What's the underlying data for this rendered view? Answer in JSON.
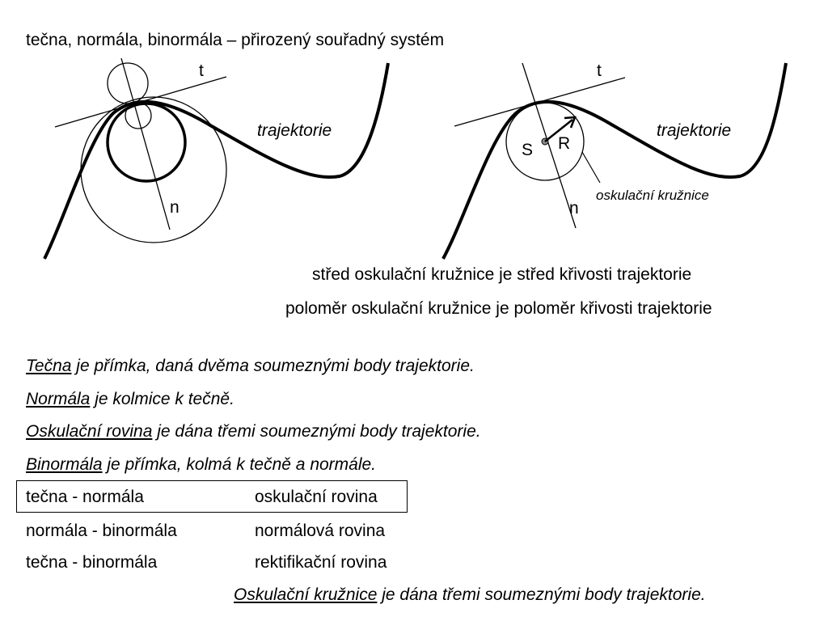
{
  "title": "tečna, normála, binormála – přirozený souřadný systém",
  "figure_left": {
    "label_t": "t",
    "label_n": "n",
    "label_trajectory": "trajektorie"
  },
  "figure_right": {
    "label_t": "t",
    "label_n": "n",
    "label_S": "S",
    "label_R": "R",
    "label_trajectory": "trajektorie",
    "label_circle": "oskulační kružnice"
  },
  "captions": [
    "střed oskulační kružnice je střed křivosti trajektorie",
    "poloměr oskulační kružnice je poloměr křivosti trajektorie"
  ],
  "definitions": [
    {
      "term": "Tečna",
      "rest": " je přímka, daná dvěma soumeznými body trajektorie."
    },
    {
      "term": "Normála",
      "rest": " je kolmice k tečně."
    },
    {
      "term": "Oskulační rovina",
      "rest": " je dána třemi soumeznými body trajektorie."
    },
    {
      "term": "Binormála",
      "rest": " je přímka, kolmá k tečně a normále."
    }
  ],
  "planes": [
    {
      "pair": "tečna - normála",
      "plane": "oskulační rovina"
    },
    {
      "pair": "normála - binormála",
      "plane": "normálová rovina"
    },
    {
      "pair": "tečna - binormála",
      "plane": "rektifikační rovina"
    }
  ],
  "final_statement": {
    "term": "Oskulační kružnice",
    "rest": " je dána třemi soumeznými body trajektorie."
  }
}
